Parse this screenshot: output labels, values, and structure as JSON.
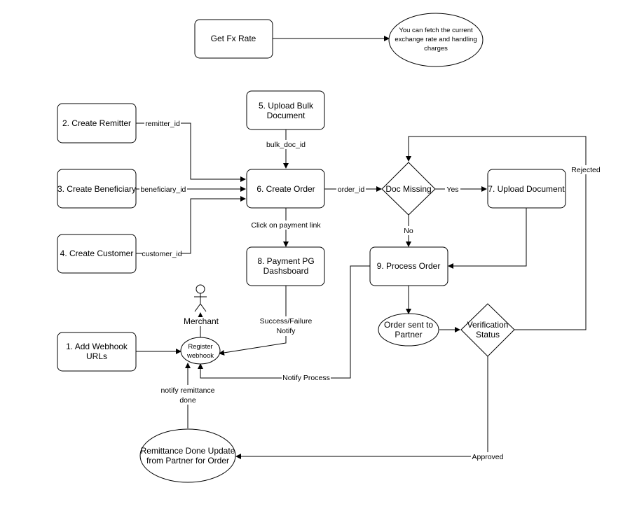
{
  "nodes": {
    "get_fx_rate": "Get Fx Rate",
    "fx_note": [
      "You can fetch the current",
      "exchange rate and handling",
      "charges"
    ],
    "create_remitter": "2. Create Remitter",
    "create_beneficiary": "3. Create Beneficiary",
    "create_customer": "4. Create Customer",
    "upload_bulk": [
      "5. Upload Bulk",
      "Document"
    ],
    "create_order": "6. Create Order",
    "doc_missing": "Doc Missing",
    "upload_document": "7. Upload Document",
    "payment_pg": [
      "8. Payment PG",
      "Dashsboard"
    ],
    "process_order": "9. Process Order",
    "order_sent": [
      "Order sent to",
      "Partner"
    ],
    "verification": [
      "Verification",
      "Status"
    ],
    "merchant": "Merchant",
    "add_webhook": [
      "1. Add Webhook",
      "URLs"
    ],
    "register_webhook": [
      "Register",
      "webhook"
    ],
    "remittance_done": [
      "Remittance Done Update",
      "from Partner for Order"
    ]
  },
  "edges": {
    "remitter_id": "remitter_id",
    "beneficiary_id": "beneficiary_id",
    "customer_id": "customer_id",
    "bulk_doc_id": "bulk_doc_id",
    "order_id": "order_id",
    "yes": "Yes",
    "no": "No",
    "rejected": "Rejected",
    "click_payment": "Click on payment link",
    "success_failure": [
      "Success/Failure",
      "Notify"
    ],
    "notify_process": "Notify Process",
    "notify_remittance": [
      "notify remittance",
      "done"
    ],
    "approved": "Approved"
  }
}
